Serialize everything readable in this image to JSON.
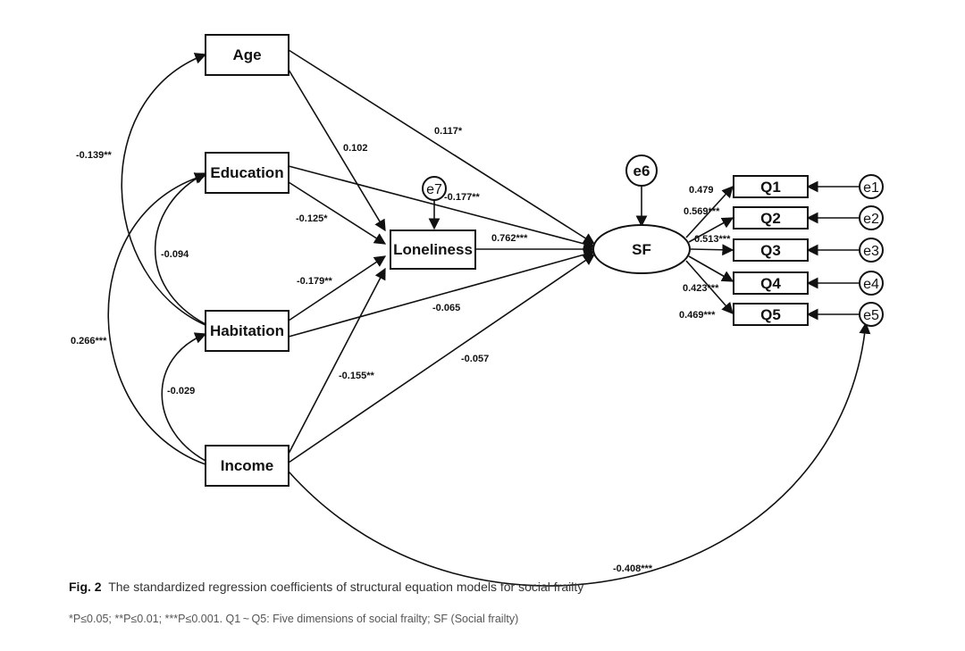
{
  "nodes": {
    "age": "Age",
    "education": "Education",
    "habitation": "Habitation",
    "income": "Income",
    "loneliness": "Loneliness",
    "sf": "SF",
    "q1": "Q1",
    "q2": "Q2",
    "q3": "Q3",
    "q4": "Q4",
    "q5": "Q5",
    "e1": "e1",
    "e2": "e2",
    "e3": "e3",
    "e4": "e4",
    "e5": "e5",
    "e6": "e6",
    "e7": "e7"
  },
  "coefficients": {
    "age_edu": "-0.139**",
    "age_lon": "0.102",
    "age_sf": "0.117*",
    "edu_lon": "-0.125*",
    "edu_sf": "-0.177**",
    "edu_hab": "-0.094",
    "edu_inc": "0.266***",
    "hab_lon": "-0.179**",
    "hab_sf": "-0.065",
    "hab_inc": "-0.029",
    "inc_lon": "-0.155**",
    "inc_sf": "-0.057",
    "lon_sf": "0.762***",
    "sf_q1": "0.479",
    "sf_q2": "0.569***",
    "sf_q3": "0.513***",
    "sf_q4": "0.423***",
    "sf_q5": "0.469***",
    "inc_e5": "-0.408***"
  },
  "caption": {
    "fig_label": "Fig. 2",
    "title": "The standardized regression coefficients of structural equation models for social frailty",
    "note": "*P≤0.05; **P≤0.01; ***P≤0.001. Q1 ~ Q5: Five dimensions of social frailty; SF (Social frailty)"
  }
}
